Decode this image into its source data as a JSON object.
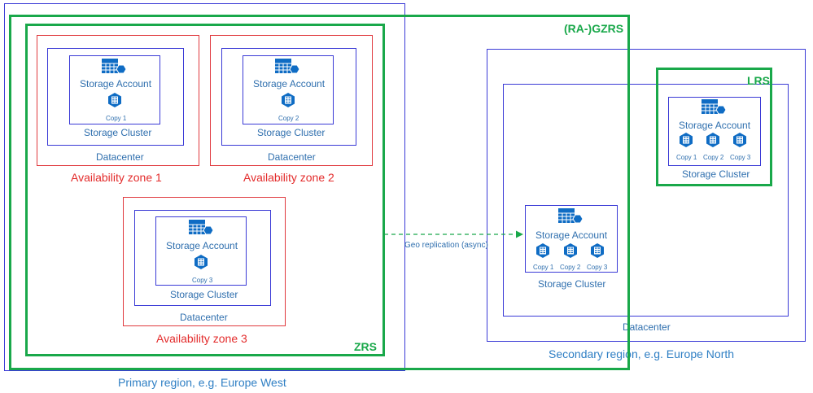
{
  "labels": {
    "primary_region": "Primary region, e.g. Europe West",
    "secondary_region": "Secondary region, e.g. Europe North",
    "ragzrs": "(RA-)GZRS",
    "zrs": "ZRS",
    "lrs": "LRS",
    "az1": "Availability zone 1",
    "az2": "Availability zone 2",
    "az3": "Availability zone 3",
    "datacenter": "Datacenter",
    "storage_cluster": "Storage Cluster",
    "storage_account": "Storage Account",
    "geo_replication": "Geo replication (async)",
    "copy1": "Copy 1",
    "copy2": "Copy 2",
    "copy3": "Copy 3"
  },
  "icons": {
    "storage_account": "storage-account-icon",
    "blob_copy": "blob-copy-icon"
  },
  "colors": {
    "region_border": "#3a3ad6",
    "zone_border": "#e0393e",
    "replication_border": "#19a84a",
    "icon_blue": "#0f6cc4",
    "text_blue": "#2f6fae",
    "zone_text": "#e32b2b"
  }
}
